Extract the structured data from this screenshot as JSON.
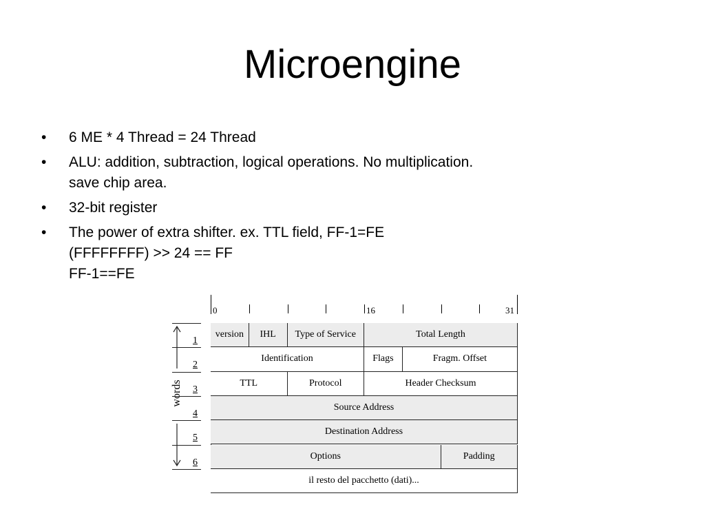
{
  "slide": {
    "title": "Microengine",
    "bullets": [
      {
        "lines": [
          "6 ME * 4 Thread = 24 Thread"
        ]
      },
      {
        "lines": [
          "ALU: addition, subtraction, logical operations. No multiplication.",
          "save chip area."
        ]
      },
      {
        "lines": [
          "32-bit register"
        ]
      },
      {
        "lines": [
          "The power of extra shifter. ex. TTL field, FF-1=FE",
          "(FFFFFFFF) >> 24 == FF",
          "FF-1==FE"
        ]
      }
    ],
    "bullet_char": "•"
  },
  "diagram": {
    "ruler_labels": {
      "start": "0",
      "mid": "16",
      "end": "31"
    },
    "words_label": "words",
    "word_numbers": [
      "1",
      "2",
      "3",
      "4",
      "5",
      "6"
    ],
    "rows": [
      [
        {
          "label": "version",
          "bits": 4
        },
        {
          "label": "IHL",
          "bits": 4
        },
        {
          "label": "Type of Service",
          "bits": 8
        },
        {
          "label": "Total Length",
          "bits": 16
        }
      ],
      [
        {
          "label": "Identification",
          "bits": 16,
          "white": true
        },
        {
          "label": "Flags",
          "bits": 4,
          "white": true
        },
        {
          "label": "Fragm. Offset",
          "bits": 12,
          "white": true
        }
      ],
      [
        {
          "label": "TTL",
          "bits": 8,
          "white": true
        },
        {
          "label": "Protocol",
          "bits": 8,
          "white": true
        },
        {
          "label": "Header Checksum",
          "bits": 16,
          "white": true
        }
      ],
      [
        {
          "label": "Source Address",
          "bits": 32
        }
      ],
      [
        {
          "label": "Destination Address",
          "bits": 32
        }
      ],
      [
        {
          "label": "Options",
          "bits": 24
        },
        {
          "label": "Padding",
          "bits": 8
        }
      ],
      [
        {
          "label": "il resto del pacchetto (dati)...",
          "bits": 32,
          "white": true
        }
      ]
    ]
  }
}
